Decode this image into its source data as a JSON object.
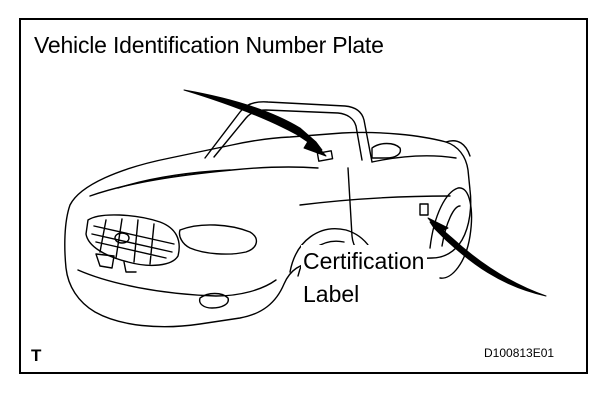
{
  "figure": {
    "title": "Vehicle Identification Number Plate",
    "callout": {
      "line1": "Certification",
      "line2": "Label"
    },
    "corner_mark": "T",
    "reference_code": "D100813E01"
  },
  "colors": {
    "ink": "#000000",
    "paper": "#ffffff"
  },
  "icons": [
    "arrow-to-vin-plate",
    "arrow-to-certification-label",
    "convertible-car-illustration"
  ]
}
